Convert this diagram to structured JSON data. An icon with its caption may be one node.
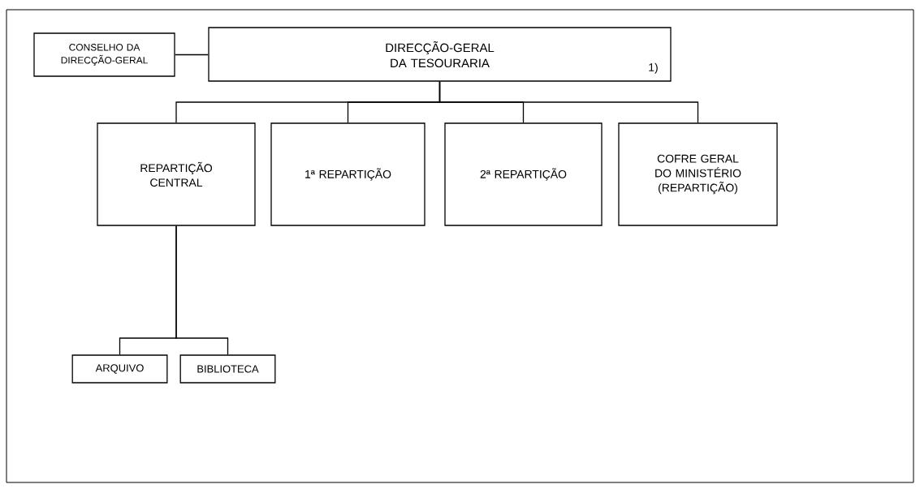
{
  "diagram": {
    "nodes": [
      {
        "text": [
          "CONSELHO DA DIRECÇÃO-GERAL"
        ]
      },
      {
        "text": [
          "DIRECÇÃO-GERAL DA TESOURARIA",
          "1)"
        ]
      },
      {
        "text": [
          "REPARTIÇÃO CENTRAL"
        ]
      },
      {
        "text": [
          "1ª REPARTIÇÃO"
        ]
      },
      {
        "text": [
          "2ª REPARTIÇÃO"
        ]
      },
      {
        "text": [
          "COFRE GERAL DO MINISTÉRIO (REPARTIÇÃO)"
        ]
      },
      {
        "text": [
          "ARQUIVO"
        ]
      },
      {
        "text": [
          "BIBLIOTECA"
        ]
      }
    ],
    "edges": [
      {
        "from": 0,
        "to": 1,
        "arrow": "none"
      },
      {
        "from": 1,
        "to": 2,
        "arrow": "none"
      },
      {
        "from": 1,
        "to": 3,
        "arrow": "none"
      },
      {
        "from": 1,
        "to": 4,
        "arrow": "none"
      },
      {
        "from": 1,
        "to": 5,
        "arrow": "none"
      },
      {
        "from": 2,
        "to": 6,
        "arrow": "none"
      },
      {
        "from": 2,
        "to": 7,
        "arrow": "none"
      }
    ]
  }
}
